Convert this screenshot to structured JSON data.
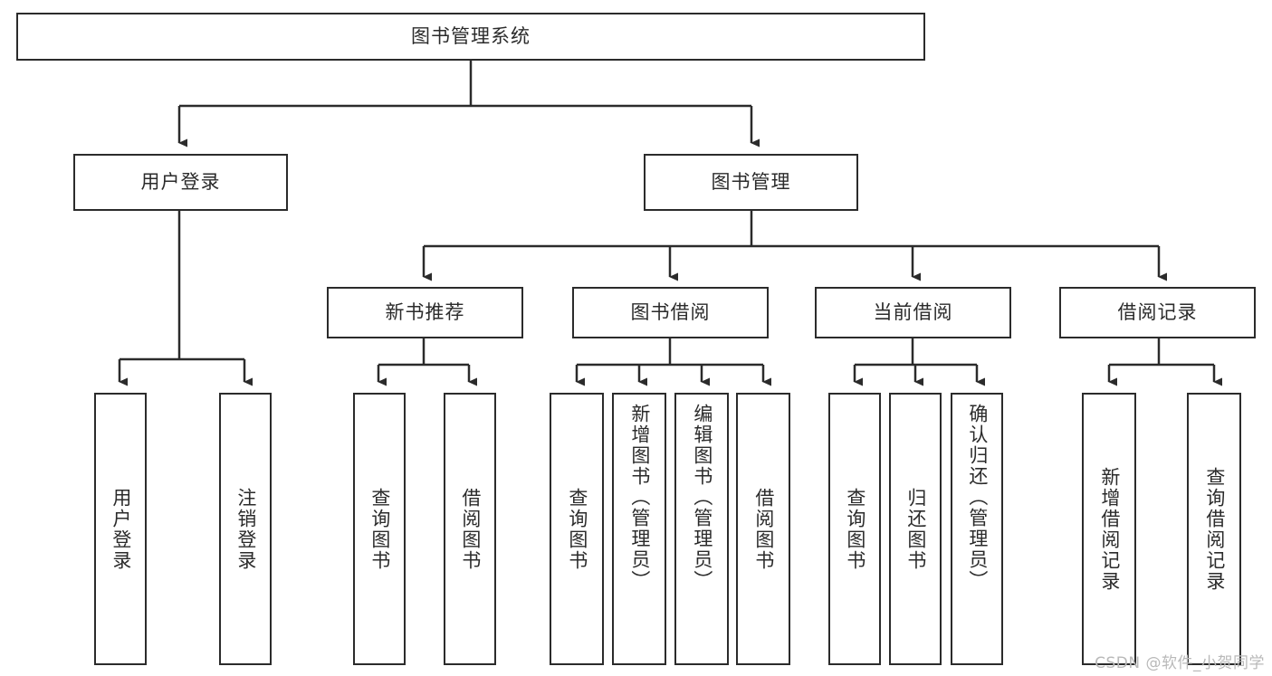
{
  "diagram": {
    "title": "图书管理系统",
    "type": "tree",
    "colors": {
      "stroke": "#2b2b2b",
      "fill": "#ffffff",
      "background": "#ffffff",
      "watermark": "#b9b9b9"
    },
    "watermark": "CSDN @软件_小贺同学",
    "nodes": {
      "root": {
        "label": "图书管理系统"
      },
      "level2": [
        {
          "label": "用户登录"
        },
        {
          "label": "图书管理"
        }
      ],
      "level3": [
        {
          "label": "新书推荐"
        },
        {
          "label": "图书借阅"
        },
        {
          "label": "当前借阅"
        },
        {
          "label": "借阅记录"
        }
      ],
      "leaves_user_login": [
        {
          "label": "用户登录"
        },
        {
          "label": "注销登录"
        }
      ],
      "leaves_new_book": [
        {
          "label": "查询图书"
        },
        {
          "label": "借阅图书"
        }
      ],
      "leaves_borrow": [
        {
          "label": "查询图书"
        },
        {
          "label": "新增图书（管理员）"
        },
        {
          "label": "编辑图书（管理员）"
        },
        {
          "label": "借阅图书"
        }
      ],
      "leaves_current": [
        {
          "label": "查询图书"
        },
        {
          "label": "归还图书"
        },
        {
          "label": "确认归还（管理员）"
        }
      ],
      "leaves_record": [
        {
          "label": "新增借阅记录"
        },
        {
          "label": "查询借阅记录"
        }
      ]
    }
  }
}
